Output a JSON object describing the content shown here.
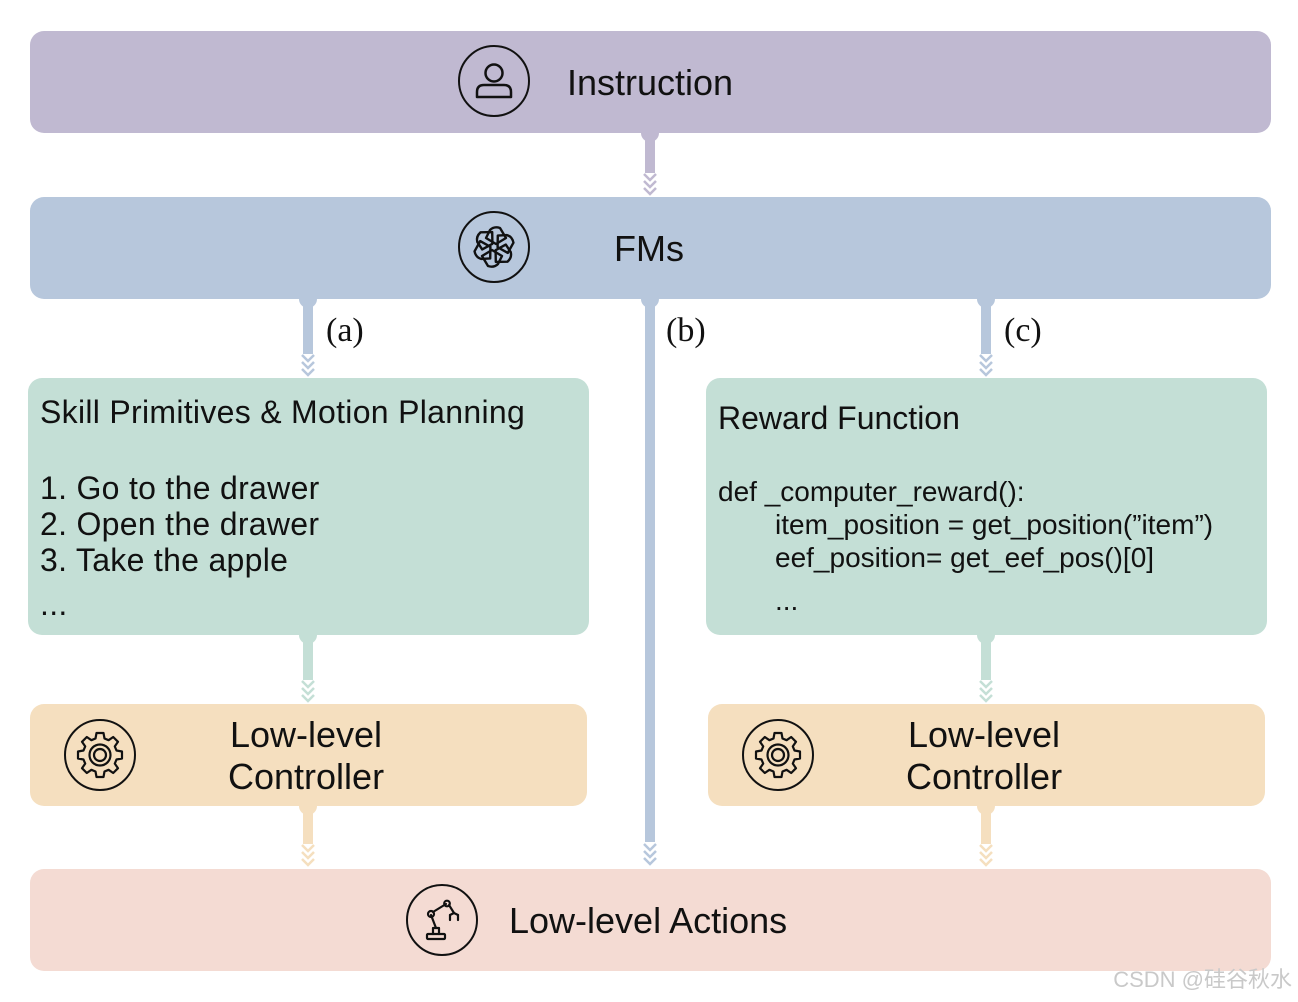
{
  "instruction": {
    "label": "Instruction",
    "icon": "person-icon"
  },
  "fms": {
    "label": "FMs",
    "icon": "openai-logo-icon"
  },
  "branches": {
    "a": "(a)",
    "b": "(b)",
    "c": "(c)"
  },
  "skill": {
    "title": "Skill Primitives & Motion Planning",
    "steps": [
      "1. Go to the drawer",
      "2. Open the drawer",
      "3. Take the apple"
    ],
    "ellipsis": "..."
  },
  "reward": {
    "title": "Reward Function",
    "code_def": "def _computer_reward():",
    "code_line1": "item_position = get_position(”item”)",
    "code_line2": "eef_position= get_eef_pos()[0]",
    "code_ellipsis": "..."
  },
  "controller_left": {
    "line1": "Low-level",
    "line2": "Controller",
    "icon": "gear-icon"
  },
  "controller_right": {
    "line1": "Low-level",
    "line2": "Controller",
    "icon": "gear-icon"
  },
  "actions": {
    "label": "Low-level Actions",
    "icon": "robot-arm-icon"
  },
  "watermark": "CSDN @硅谷秋水",
  "colors": {
    "instruction": "#c0b9d1",
    "fms": "#b7c7dc",
    "planning": "#c4dfd6",
    "controller": "#f5dfbf",
    "actions": "#f4dbd3"
  }
}
